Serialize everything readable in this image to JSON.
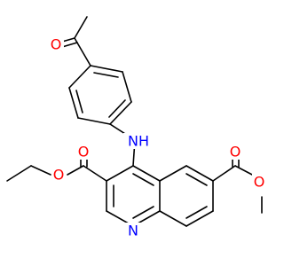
{
  "colors": {
    "background": "#ffffff",
    "bond": "#000000",
    "carbon": "#000000",
    "oxygen": "#ff0000",
    "nitrogen": "#0000ff"
  },
  "atoms": {
    "acetyl_o": {
      "text": "O",
      "element": "O"
    },
    "nh": {
      "text": "NH",
      "element": "N"
    },
    "ethyl_carbonyl_o": {
      "text": "O",
      "element": "O"
    },
    "ethyl_ester_o": {
      "text": "O",
      "element": "O"
    },
    "methyl_carbonyl_o": {
      "text": "O",
      "element": "O"
    },
    "methyl_ester_o": {
      "text": "O",
      "element": "O"
    },
    "ring_n": {
      "text": "N",
      "element": "N"
    }
  }
}
